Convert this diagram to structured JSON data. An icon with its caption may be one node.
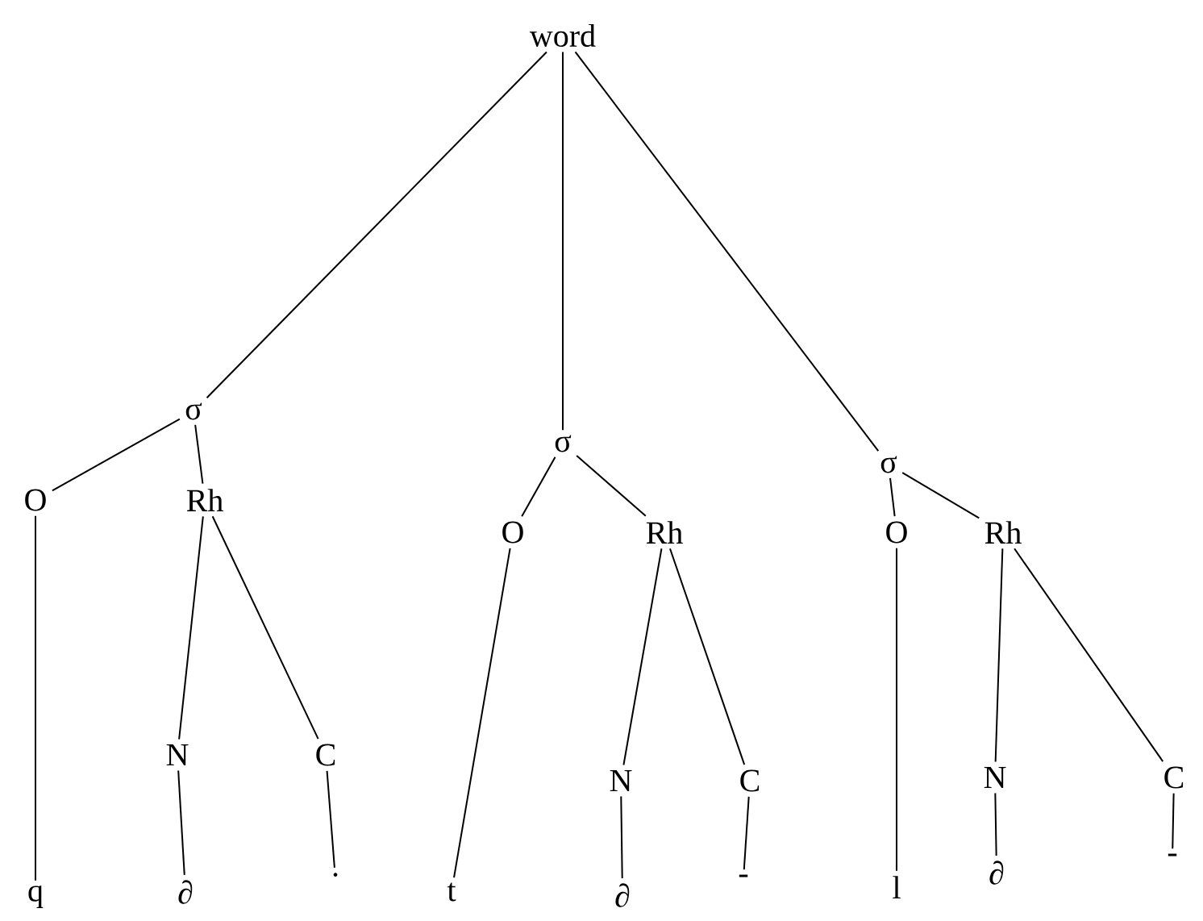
{
  "diagram": {
    "nodes": [
      {
        "text": [
          "word"
        ]
      },
      {
        "text": [
          "σ"
        ]
      },
      {
        "text": [
          "O"
        ]
      },
      {
        "text": [
          "Rh"
        ]
      },
      {
        "text": [
          "N"
        ]
      },
      {
        "text": [
          "C"
        ]
      },
      {
        "text": [
          "q"
        ]
      },
      {
        "text": [
          "∂"
        ]
      },
      {
        "text": [
          "·"
        ]
      },
      {
        "text": [
          "σ"
        ]
      },
      {
        "text": [
          "O"
        ]
      },
      {
        "text": [
          "Rh"
        ]
      },
      {
        "text": [
          "N"
        ]
      },
      {
        "text": [
          "C"
        ]
      },
      {
        "text": [
          "t"
        ]
      },
      {
        "text": [
          "∂"
        ]
      },
      {
        "text": [
          "-"
        ]
      },
      {
        "text": [
          "σ"
        ]
      },
      {
        "text": [
          "O"
        ]
      },
      {
        "text": [
          "Rh"
        ]
      },
      {
        "text": [
          "N"
        ]
      },
      {
        "text": [
          "C"
        ]
      },
      {
        "text": [
          "l"
        ]
      },
      {
        "text": [
          "∂"
        ]
      },
      {
        "text": [
          "-"
        ]
      }
    ],
    "edges": [
      {
        "from": 0,
        "to": 1,
        "arrow": "none"
      },
      {
        "from": 0,
        "to": 9,
        "arrow": "none"
      },
      {
        "from": 0,
        "to": 17,
        "arrow": "none"
      },
      {
        "from": 1,
        "to": 2,
        "arrow": "none"
      },
      {
        "from": 1,
        "to": 3,
        "arrow": "none"
      },
      {
        "from": 2,
        "to": 6,
        "arrow": "none"
      },
      {
        "from": 3,
        "to": 4,
        "arrow": "none"
      },
      {
        "from": 3,
        "to": 5,
        "arrow": "none"
      },
      {
        "from": 4,
        "to": 7,
        "arrow": "none"
      },
      {
        "from": 5,
        "to": 8,
        "arrow": "none"
      },
      {
        "from": 9,
        "to": 10,
        "arrow": "none"
      },
      {
        "from": 9,
        "to": 11,
        "arrow": "none"
      },
      {
        "from": 10,
        "to": 14,
        "arrow": "none"
      },
      {
        "from": 11,
        "to": 12,
        "arrow": "none"
      },
      {
        "from": 11,
        "to": 13,
        "arrow": "none"
      },
      {
        "from": 12,
        "to": 15,
        "arrow": "none"
      },
      {
        "from": 13,
        "to": 16,
        "arrow": "none"
      },
      {
        "from": 17,
        "to": 18,
        "arrow": "none"
      },
      {
        "from": 17,
        "to": 19,
        "arrow": "none"
      },
      {
        "from": 18,
        "to": 22,
        "arrow": "none"
      },
      {
        "from": 19,
        "to": 20,
        "arrow": "none"
      },
      {
        "from": 19,
        "to": 21,
        "arrow": "none"
      },
      {
        "from": 20,
        "to": 23,
        "arrow": "none"
      },
      {
        "from": 21,
        "to": 24,
        "arrow": "none"
      }
    ]
  }
}
